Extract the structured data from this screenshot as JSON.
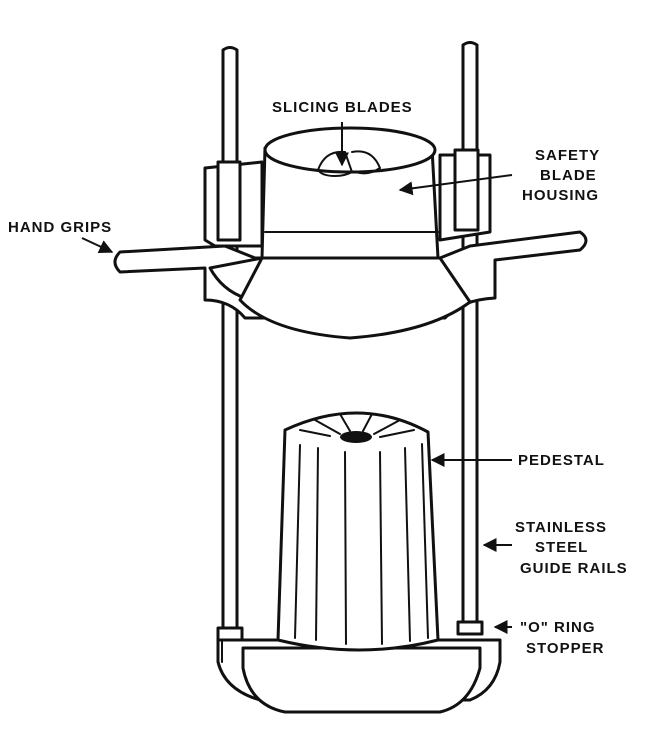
{
  "labels": {
    "slicing_blades": "SLICING BLADES",
    "safety_1": "SAFETY",
    "safety_2": "BLADE",
    "safety_3": "HOUSING",
    "hand_grips": "HAND GRIPS",
    "pedestal": "PEDESTAL",
    "rails_1": "STAINLESS",
    "rails_2": "STEEL",
    "rails_3": "GUIDE RAILS",
    "oring_1": "\"O\" RING",
    "oring_2": "STOPPER"
  },
  "colors": {
    "ink": "#111111",
    "background": "#ffffff"
  }
}
